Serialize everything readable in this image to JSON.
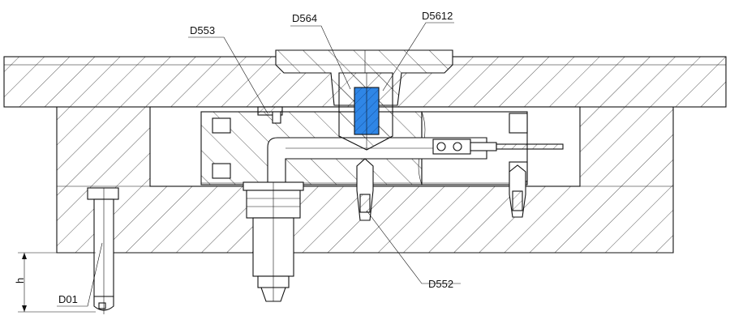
{
  "labels": {
    "d553": "D553",
    "d564": "D564",
    "d5612": "D5612",
    "d552": "D552",
    "d01": "D01",
    "h": "h"
  },
  "colors": {
    "highlight": "#2f86e6",
    "line": "#111111",
    "background": "#ffffff"
  }
}
